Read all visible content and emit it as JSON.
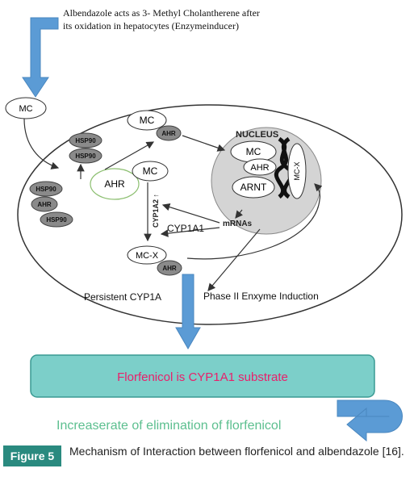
{
  "top_note": {
    "line1": "Albendazole acts as 3- Methyl Cholantherene after",
    "line2": "its oxidation in hepatocytes (Enzymeinducer)"
  },
  "labels": {
    "mc_outside": "MC",
    "hsp90_a": "HSP90",
    "hsp90_b": "HSP90",
    "hsp90_c": "HSP90",
    "ahr_small_left": "AHR",
    "hsp90_d": "HSP90",
    "mc_top": "MC",
    "ahr_top": "AHR",
    "ahr_center": "AHR",
    "mc_center": "MC",
    "cyp1a2": "CYP1A2 ↑",
    "cyp1a1": "CYP1A1",
    "mrnas": "mRNAs",
    "mc_x_bottom": "MC-X",
    "ahr_bottom": "AHR",
    "nucleus_title": "NUCLEUS",
    "nucleus_mc": "MC",
    "nucleus_ahr": "AHR",
    "nucleus_arnt": "ARNT",
    "nucleus_mcx": "MC-X",
    "persistent": "Persistent CYP1A",
    "phase2": "Phase II Enxyme Induction"
  },
  "substrate_box": {
    "text": "Florfenicol is CYP1A1 substrate"
  },
  "elimination": {
    "text": "Increaserate of elimination  of florfenicol"
  },
  "caption": {
    "label": "Figure 5",
    "text": "Mechanism of Interaction between florfenicol and albendazole [16]."
  },
  "colors": {
    "arrow_blue": "#5b9bd5",
    "box_fill": "#7ccfc9",
    "box_stroke": "#3a9a93",
    "substrate_text": "#e8206b",
    "elimination_text": "#5cbf8f",
    "caption_bg": "#2a8a7f"
  }
}
